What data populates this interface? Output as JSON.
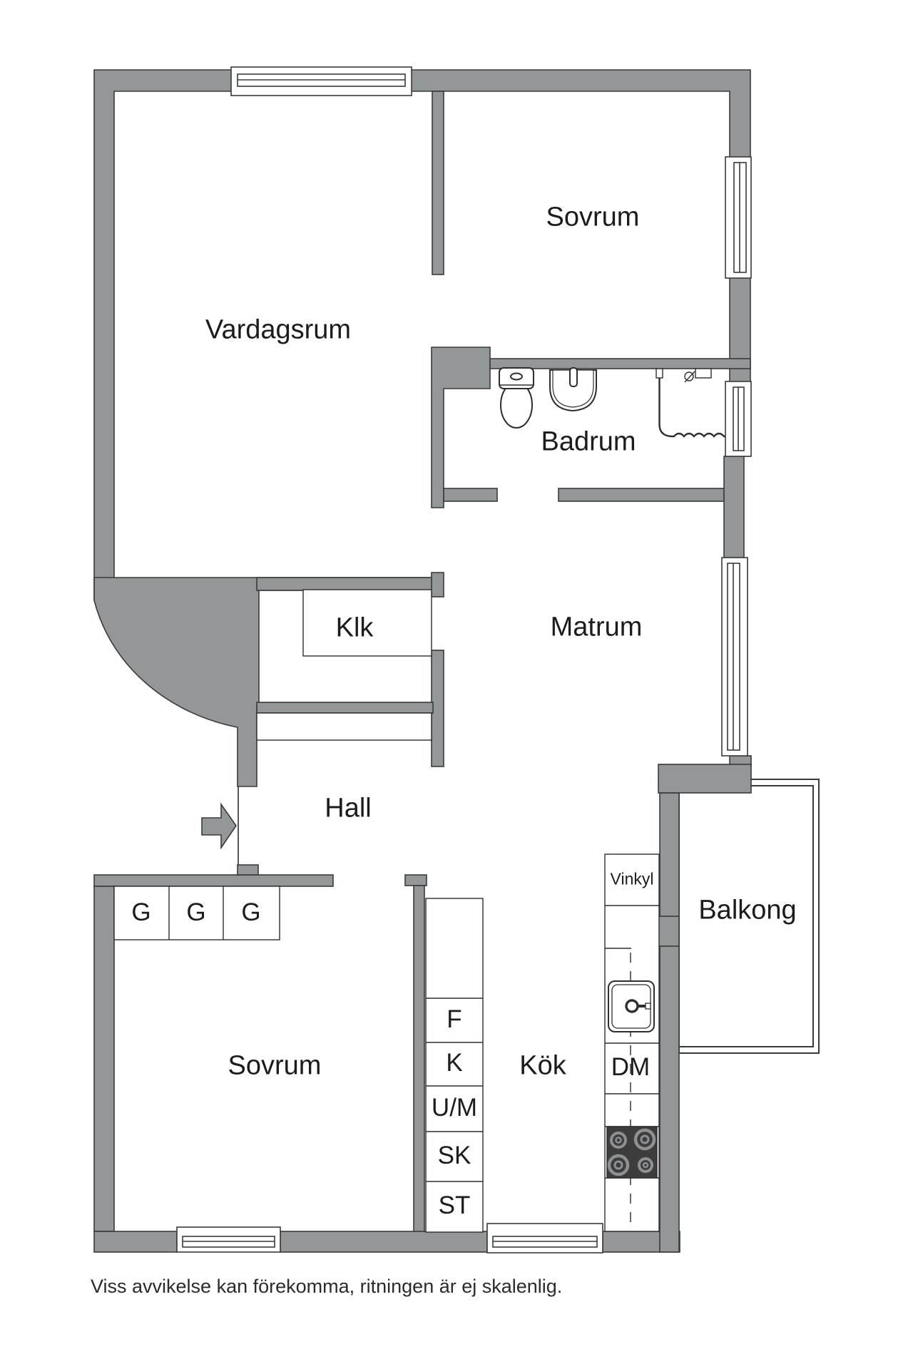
{
  "plan": {
    "rooms": {
      "vardagsrum": "Vardagsrum",
      "sovrum_top": "Sovrum",
      "badrum": "Badrum",
      "matrum": "Matrum",
      "klk": "Klk",
      "hall": "Hall",
      "sovrum_bottom": "Sovrum",
      "kok": "Kök",
      "balkong": "Balkong"
    },
    "fixtures": {
      "vinkyl": "Vinkyl",
      "dishwasher": "DM",
      "wardrobes": [
        "G",
        "G",
        "G"
      ],
      "appliances": [
        "F",
        "K",
        "U/M",
        "SK",
        "ST"
      ]
    },
    "icons": [
      "toilet-icon",
      "bathroom-sink-icon",
      "shower-icon",
      "shower-curtain-icon",
      "kitchen-sink-icon",
      "stove-icon",
      "entrance-arrow-icon",
      "window-icon",
      "balcony-door-icon"
    ],
    "footer": "Viss avvikelse kan förekomma, ritningen är ej skalenlig.",
    "colors": {
      "background": "#ffffff",
      "wall_fill": "#949798",
      "outline": "#3a3a3a",
      "text": "#1c1c1c",
      "stove_fill": "#3d3d3d",
      "burner_ring": "#8f9092"
    }
  }
}
